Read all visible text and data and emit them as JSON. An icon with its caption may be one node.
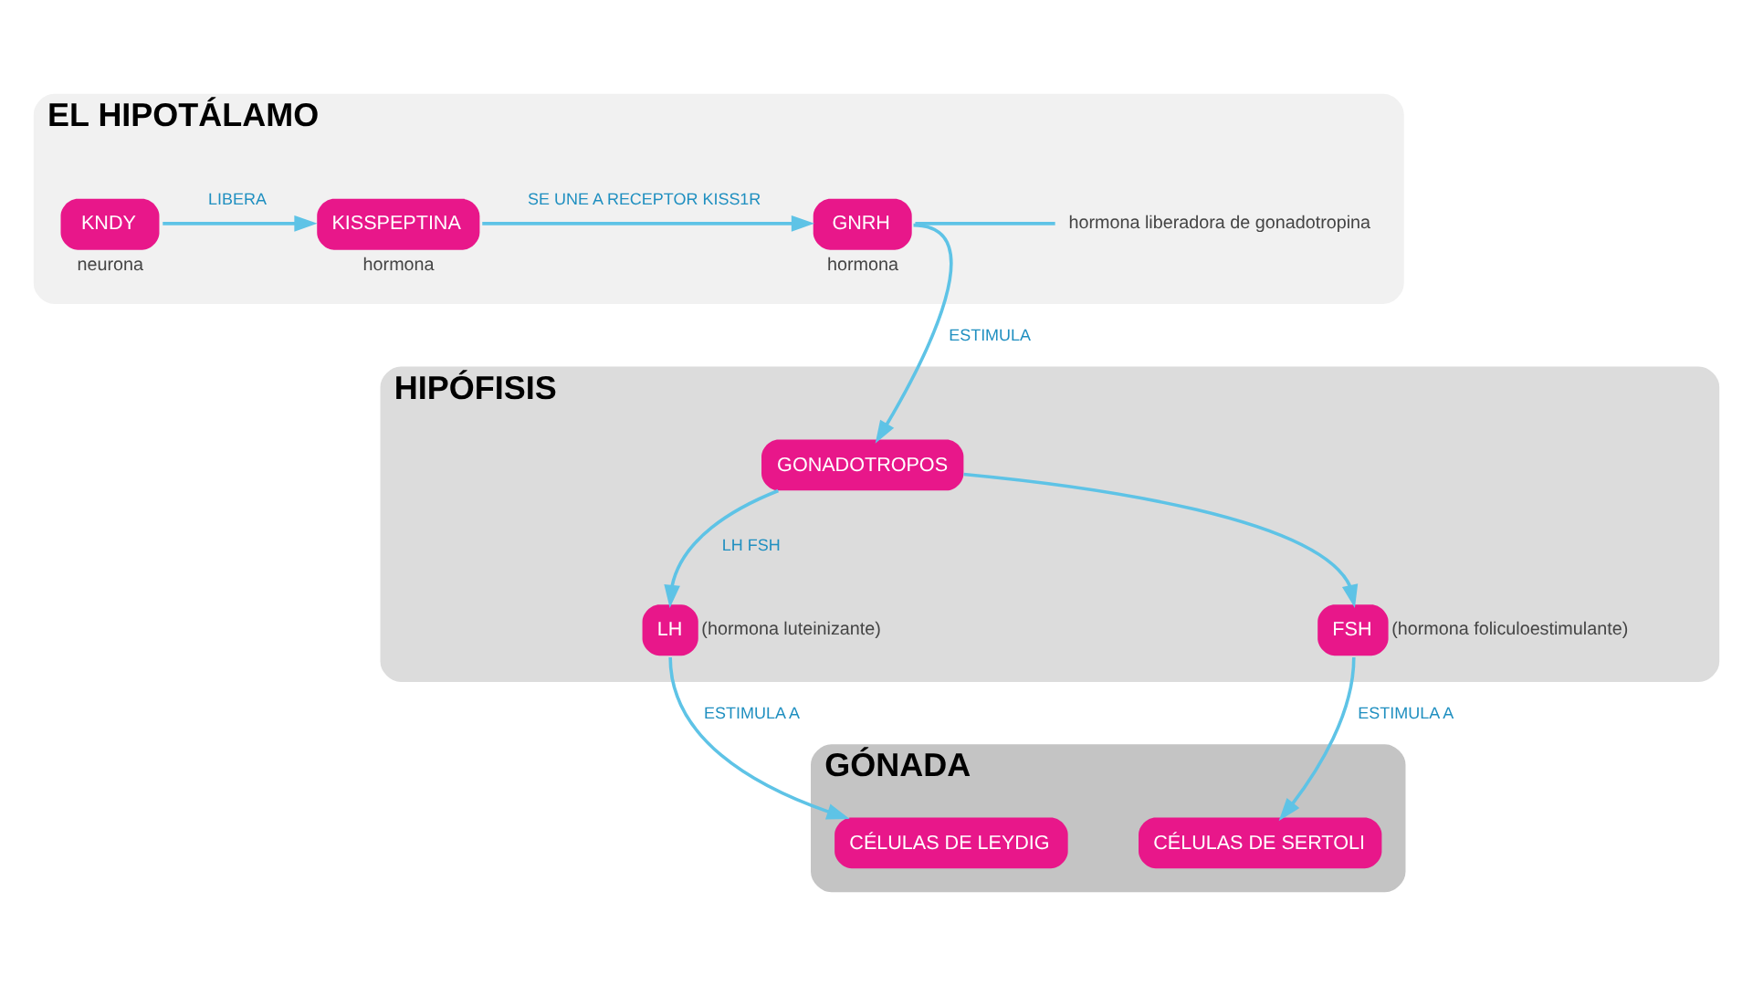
{
  "diagram": {
    "nodes": [
      {
        "text": [
          "EL HIPOTÁLAMO"
        ]
      },
      {
        "text": [
          "KNDY"
        ],
        "in": 0,
        "beside": [
          "neurona"
        ]
      },
      {
        "text": [
          "KISSPEPTINA"
        ],
        "in": 0,
        "beside": [
          "hormona"
        ]
      },
      {
        "text": [
          "GNRH"
        ],
        "in": 0,
        "beside": [
          "hormona"
        ]
      },
      {
        "text": [
          "hormona liberadora de gonadotropina"
        ],
        "in": 0
      },
      {
        "text": [
          "HIPÓFISIS"
        ]
      },
      {
        "text": [
          "GONADOTROPOS"
        ],
        "in": 5
      },
      {
        "text": [
          "LH"
        ],
        "in": 5,
        "beside": [
          "(hormona luteinizante)"
        ]
      },
      {
        "text": [
          "FSH"
        ],
        "in": 5,
        "beside": [
          "(hormona foliculoestimulante)"
        ]
      },
      {
        "text": [
          "GÓNADA"
        ]
      },
      {
        "text": [
          "CÉLULAS DE LEYDIG"
        ],
        "in": 9
      },
      {
        "text": [
          "CÉLULAS DE SERTOLI"
        ],
        "in": 9
      }
    ],
    "edges": [
      {
        "from": 1,
        "to": 2,
        "arrow": "to",
        "label": "LIBERA"
      },
      {
        "from": 2,
        "to": 3,
        "arrow": "to",
        "label": "SE UNE A RECEPTOR KISS1R"
      },
      {
        "from": 3,
        "to": 4,
        "arrow": "none"
      },
      {
        "from": 3,
        "to": 6,
        "arrow": "to",
        "label": "ESTIMULA"
      },
      {
        "from": 6,
        "to": 7,
        "arrow": "to",
        "label": "LH FSH"
      },
      {
        "from": 6,
        "to": 8,
        "arrow": "to"
      },
      {
        "from": 7,
        "to": 10,
        "arrow": "to",
        "label": "ESTIMULA A"
      },
      {
        "from": 8,
        "to": 11,
        "arrow": "to",
        "label": "ESTIMULA A"
      }
    ]
  }
}
